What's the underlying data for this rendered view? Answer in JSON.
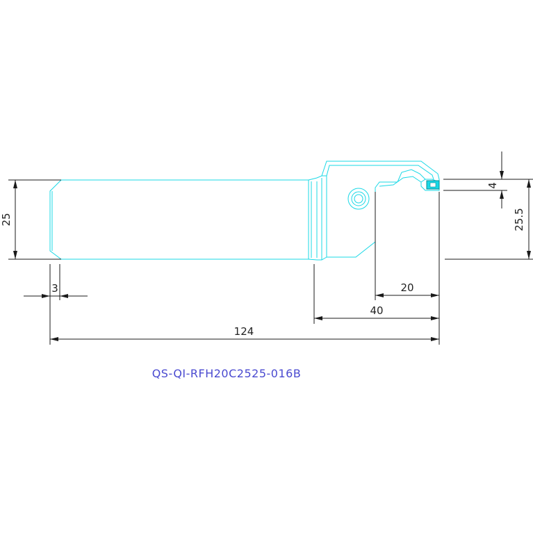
{
  "colors": {
    "outline": "#19d8e6",
    "dimension": "#1a1a1a",
    "part_code": "#4a4ad0",
    "insert": "#19d8e6"
  },
  "dimensions": {
    "shank_height": "25",
    "chamfer": "3",
    "overall_length": "124",
    "head_length": "40",
    "reach": "20",
    "insert_width": "4",
    "cutting_height": "25.5"
  },
  "part_code": "QS-QI-RFH20C2525-016B"
}
